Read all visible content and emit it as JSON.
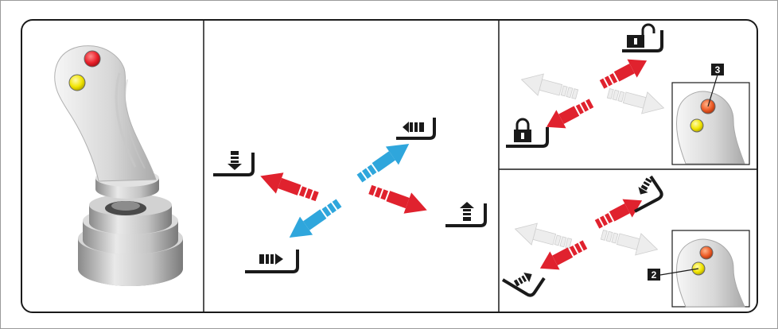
{
  "figure": {
    "panels": [
      {
        "id": "joystick",
        "description_name": "joystick-overview-panel"
      },
      {
        "id": "direction-arrows",
        "description_name": "direction-arrows-panel"
      },
      {
        "id": "lock-unlock",
        "description_name": "lock-unlock-panel",
        "callout": "3"
      },
      {
        "id": "tilt",
        "description_name": "tilt-panel",
        "callout": "2"
      }
    ],
    "colors": {
      "red_arrow": "#e0222e",
      "blue_arrow": "#2fa6dc",
      "grey_arrow": "#e6e6e6",
      "red_button": "#e8202a",
      "yellow_button": "#f1e400",
      "outline": "#1a1a1a"
    },
    "icons": [
      "joystick-icon",
      "unlock-icon",
      "lock-icon",
      "pump-down-icon",
      "pump-up-icon",
      "pump-left-icon",
      "pump-right-icon",
      "tilt-down-icon",
      "tilt-up-icon"
    ]
  },
  "callouts": {
    "lock": "3",
    "tilt": "2"
  }
}
